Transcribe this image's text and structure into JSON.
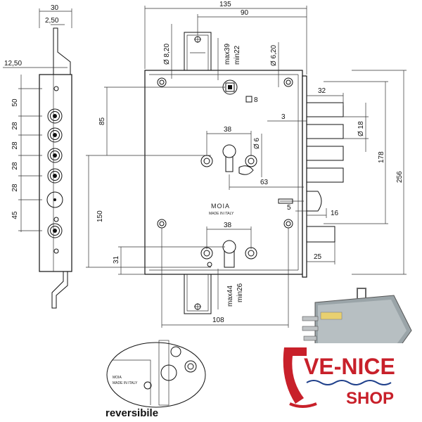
{
  "dimensions": {
    "top_30": "30",
    "top_250": "2,50",
    "left_1250": "12,50",
    "top_135": "135",
    "top_90": "90",
    "d820": "Ø 8,20",
    "max39": "max39",
    "min22": "min22",
    "d620": "Ø 6,20",
    "sq8": "8",
    "d32": "32",
    "d3": "3",
    "d18": "Ø 18",
    "d178": "178",
    "d256": "256",
    "d85": "85",
    "d38a": "38",
    "d6": "Ø 6",
    "d63": "63",
    "d5": "5",
    "d16": "16",
    "d150": "150",
    "d38b": "38",
    "d25": "25",
    "d31": "31",
    "max44": "max44",
    "min26": "min26",
    "d108": "108",
    "left_50": "50",
    "left_28a": "28",
    "left_28b": "28",
    "left_28c": "28",
    "left_28d": "28",
    "left_45": "45"
  },
  "brand": {
    "name": "MOIA",
    "made_in": "MADE IN ITALY"
  },
  "caption": "reversibile",
  "logo": {
    "text_top": "VE-NICE",
    "text_bottom": "SHOP"
  },
  "colors": {
    "line": "#111111",
    "logo_red": "#c8202a",
    "logo_blue": "#1e3f8a"
  }
}
